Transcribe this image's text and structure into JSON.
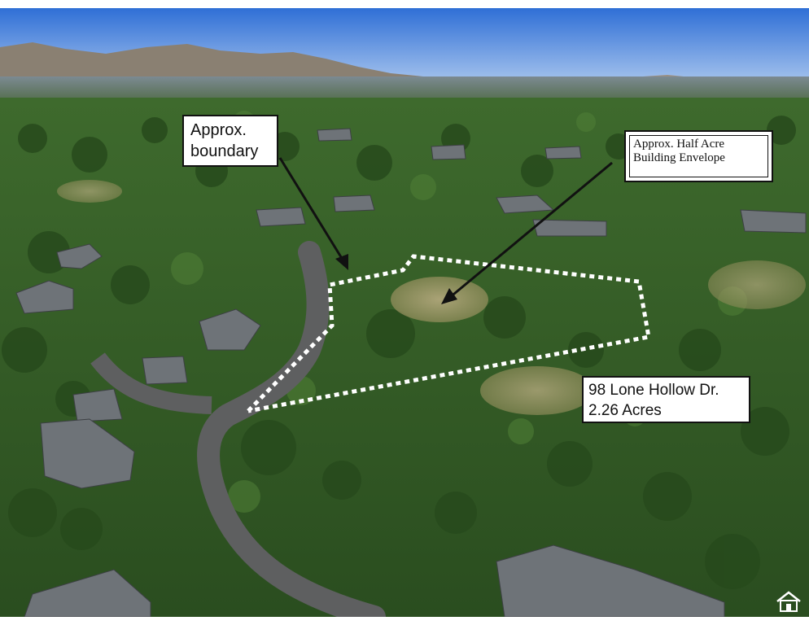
{
  "labels": {
    "boundary": {
      "line1": "Approx.",
      "line2": "boundary"
    },
    "envelope": {
      "line1": "Approx. Half Acre",
      "line2": "Building Envelope"
    },
    "lot": {
      "address": "98 Lone Hollow Dr.",
      "acreage": "2.26 Acres"
    }
  },
  "watermark": {
    "icon": "house-logo-icon"
  },
  "colors": {
    "sky": "#2f6fd6",
    "mountains": "#8a8072",
    "trees": "#2f5a24",
    "boundary_line": "#ffffff",
    "arrow": "#111111"
  }
}
